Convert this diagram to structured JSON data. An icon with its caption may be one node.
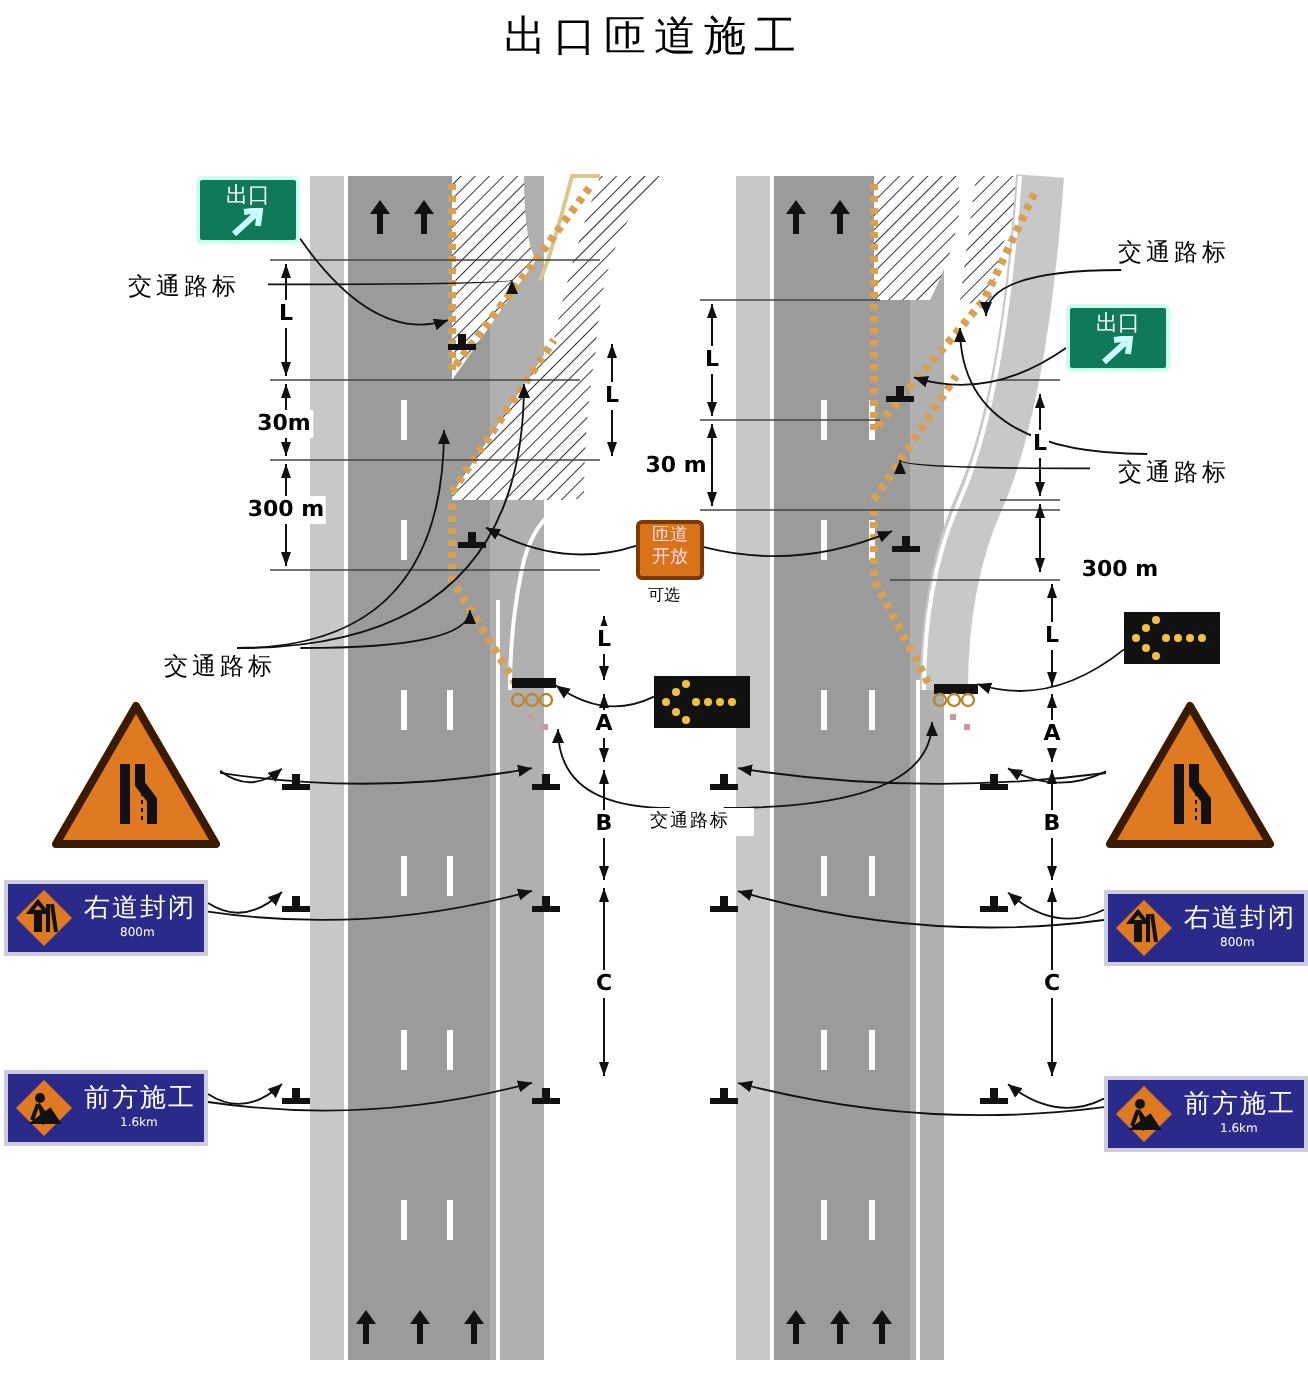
{
  "diagram": {
    "title": "出口匝道施工",
    "nodes": [
      {
        "text": [
          "出口"
        ]
      },
      {
        "text": [],
        "shape": "post"
      },
      {
        "text": [
          "交通路标"
        ]
      },
      {
        "text": [
          "交通路标"
        ]
      },
      {
        "text": [
          "匝道开放"
        ],
        "beside": [
          "可选"
        ]
      },
      {
        "text": [],
        "shape": "post"
      },
      {
        "text": [],
        "shape": "picture"
      },
      {
        "text": [],
        "shape": "bar"
      },
      {
        "text": [
          "交通路标"
        ]
      },
      {
        "text": [],
        "shape": "triangle"
      },
      {
        "text": [],
        "shape": "post"
      },
      {
        "text": [],
        "shape": "post"
      },
      {
        "text": [
          "右道封闭",
          "800m"
        ]
      },
      {
        "text": [],
        "shape": "post"
      },
      {
        "text": [],
        "shape": "post"
      },
      {
        "text": [
          "前方施工",
          "1.6km"
        ]
      },
      {
        "text": [],
        "shape": "post"
      },
      {
        "text": [],
        "shape": "post"
      },
      {
        "text": [
          "交通路标"
        ]
      },
      {
        "text": [
          "出口"
        ]
      },
      {
        "text": [],
        "shape": "post"
      },
      {
        "text": [
          "交通路标"
        ]
      },
      {
        "text": [],
        "shape": "post"
      },
      {
        "text": [],
        "shape": "picture"
      },
      {
        "text": [],
        "shape": "bar"
      },
      {
        "text": [],
        "shape": "triangle"
      },
      {
        "text": [],
        "shape": "post"
      },
      {
        "text": [],
        "shape": "post"
      },
      {
        "text": [
          "右道封闭",
          "800m"
        ]
      },
      {
        "text": [],
        "shape": "post"
      },
      {
        "text": [],
        "shape": "post"
      },
      {
        "text": [
          "前方施工",
          "1.6km"
        ]
      },
      {
        "text": [],
        "shape": "post"
      },
      {
        "text": [],
        "shape": "post"
      },
      {
        "text": [],
        "shape": "cones"
      },
      {
        "text": [],
        "shape": "cones"
      }
    ],
    "edges": [
      {
        "from": 0,
        "to": 1,
        "arrow": "to"
      },
      {
        "from": 2,
        "to": null,
        "arrow": "to"
      },
      {
        "from": 3,
        "to": null,
        "arrow": "to"
      },
      {
        "from": 3,
        "to": null,
        "arrow": "to"
      },
      {
        "from": 3,
        "to": null,
        "arrow": "to"
      },
      {
        "from": 4,
        "to": 5,
        "arrow": "to"
      },
      {
        "from": 4,
        "to": 22,
        "arrow": "to"
      },
      {
        "from": 6,
        "to": 7,
        "arrow": "to"
      },
      {
        "from": 8,
        "to": 34,
        "arrow": "to"
      },
      {
        "from": 8,
        "to": 35,
        "arrow": "to"
      },
      {
        "from": 9,
        "to": 10,
        "arrow": "to"
      },
      {
        "from": 9,
        "to": 11,
        "arrow": "to"
      },
      {
        "from": 12,
        "to": 13,
        "arrow": "to"
      },
      {
        "from": 12,
        "to": 14,
        "arrow": "to"
      },
      {
        "from": 15,
        "to": 16,
        "arrow": "to"
      },
      {
        "from": 15,
        "to": 17,
        "arrow": "to"
      },
      {
        "from": 18,
        "to": null,
        "arrow": "to"
      },
      {
        "from": 19,
        "to": 20,
        "arrow": "to"
      },
      {
        "from": 21,
        "to": null,
        "arrow": "to"
      },
      {
        "from": 21,
        "to": null,
        "arrow": "to"
      },
      {
        "from": 23,
        "to": 24,
        "arrow": "to"
      },
      {
        "from": 25,
        "to": 26,
        "arrow": "to"
      },
      {
        "from": 25,
        "to": 27,
        "arrow": "to"
      },
      {
        "from": 28,
        "to": 29,
        "arrow": "to"
      },
      {
        "from": 28,
        "to": 30,
        "arrow": "to"
      },
      {
        "from": 31,
        "to": 32,
        "arrow": "to"
      },
      {
        "from": 31,
        "to": 33,
        "arrow": "to"
      }
    ],
    "labels": [
      "L",
      "30m",
      "300 m",
      "L",
      "L",
      "A",
      "B",
      "C",
      "L",
      "30 m",
      "L",
      "300 m",
      "L",
      "A",
      "B",
      "C"
    ]
  }
}
